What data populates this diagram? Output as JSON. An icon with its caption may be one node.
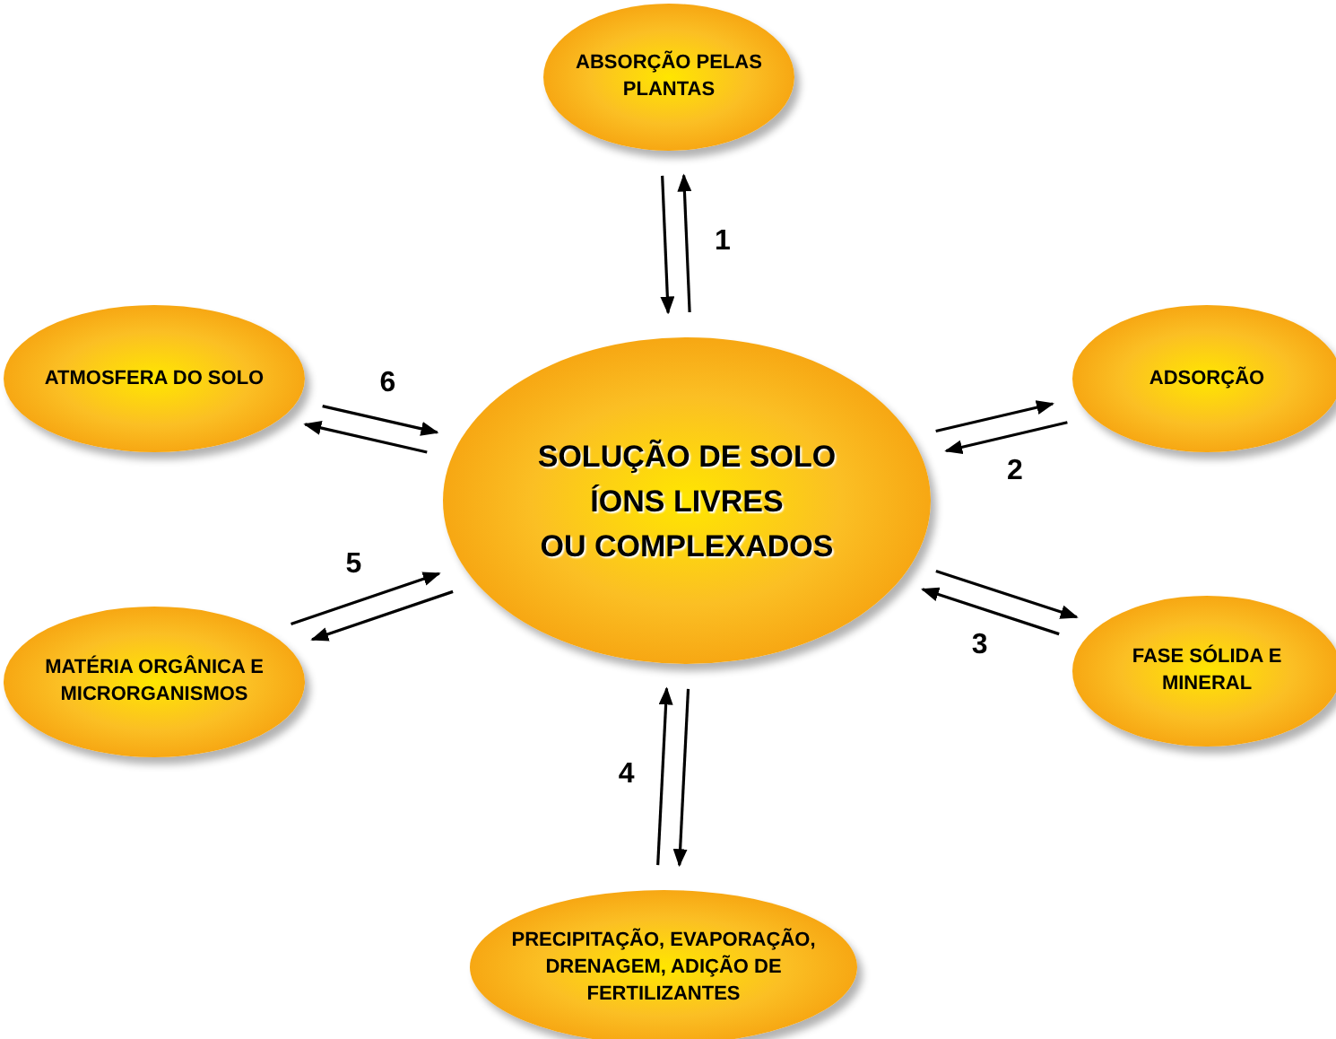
{
  "diagram": {
    "nodes": [
      {
        "text": [
          "SOLUÇÃO DE SOLO",
          "ÍONS LIVRES",
          "OU COMPLEXADOS"
        ]
      },
      {
        "text": [
          "ABSORÇÃO PELAS PLANTAS"
        ]
      },
      {
        "text": [
          "ADSORÇÃO"
        ]
      },
      {
        "text": [
          "FASE SÓLIDA E MINERAL"
        ]
      },
      {
        "text": [
          "PRECIPITAÇÃO, EVAPORAÇÃO, DRENAGEM, ADIÇÃO DE FERTILIZANTES"
        ]
      },
      {
        "text": [
          "ATMOSFERA DO SOLO"
        ]
      },
      {
        "text": [
          "MATÉRIA ORGÂNICA E MICRORGANISMOS"
        ]
      }
    ],
    "edges": [
      {
        "from": 1,
        "to": 0,
        "arrow": "to"
      },
      {
        "from": 0,
        "to": 1,
        "arrow": "to",
        "label": "1"
      },
      {
        "from": 0,
        "to": 2,
        "arrow": "to"
      },
      {
        "from": 2,
        "to": 0,
        "arrow": "to",
        "label": "2"
      },
      {
        "from": 0,
        "to": 3,
        "arrow": "to"
      },
      {
        "from": 3,
        "to": 0,
        "arrow": "to",
        "label": "3"
      },
      {
        "from": 4,
        "to": 0,
        "arrow": "to",
        "label": "4"
      },
      {
        "from": 0,
        "to": 4,
        "arrow": "to"
      },
      {
        "from": 0,
        "to": 6,
        "arrow": "to"
      },
      {
        "from": 6,
        "to": 0,
        "arrow": "to",
        "label": "5"
      },
      {
        "from": 0,
        "to": 5,
        "arrow": "to"
      },
      {
        "from": 5,
        "to": 0,
        "arrow": "to",
        "label": "6"
      }
    ]
  }
}
